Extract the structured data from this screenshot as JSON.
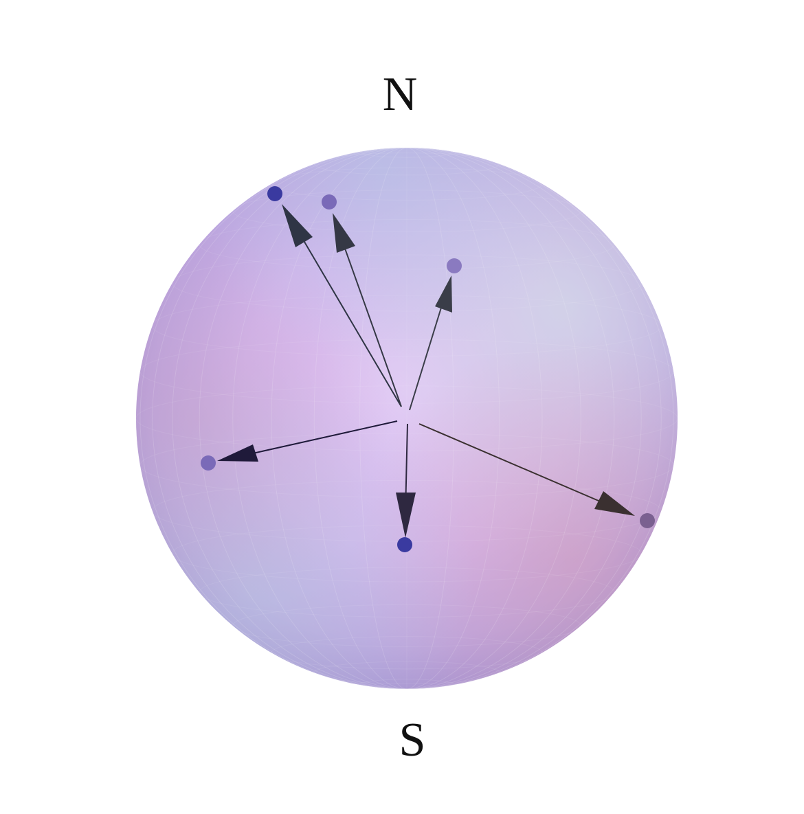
{
  "labels": {
    "north": "N",
    "south": "S"
  },
  "colors": {
    "sphere_light": "#e3c6f5",
    "sphere_mid": "#c8aee6",
    "sphere_edge": "#b39ed8",
    "sphere_tint_blue": "#b9c7e6",
    "sphere_tint_pink": "#d9a6c2",
    "arrow": "#2a2a3a",
    "point_dark": "#3a3aa0",
    "point_light": "#7a6ab8"
  },
  "vectors": [
    {
      "id": "v1",
      "point_color": "point_dark",
      "arrow_shade": "#2f3545"
    },
    {
      "id": "v2",
      "point_color": "point_light",
      "arrow_shade": "#353845"
    },
    {
      "id": "v3",
      "point_color": "point_light",
      "arrow_shade": "#3a3d48"
    },
    {
      "id": "v4",
      "point_color": "point_light",
      "arrow_shade": "#1f1a3a"
    },
    {
      "id": "v5",
      "point_color": "point_dark",
      "arrow_shade": "#2e2840"
    },
    {
      "id": "v6",
      "point_color": "point_light",
      "arrow_shade": "#3a3030"
    }
  ]
}
